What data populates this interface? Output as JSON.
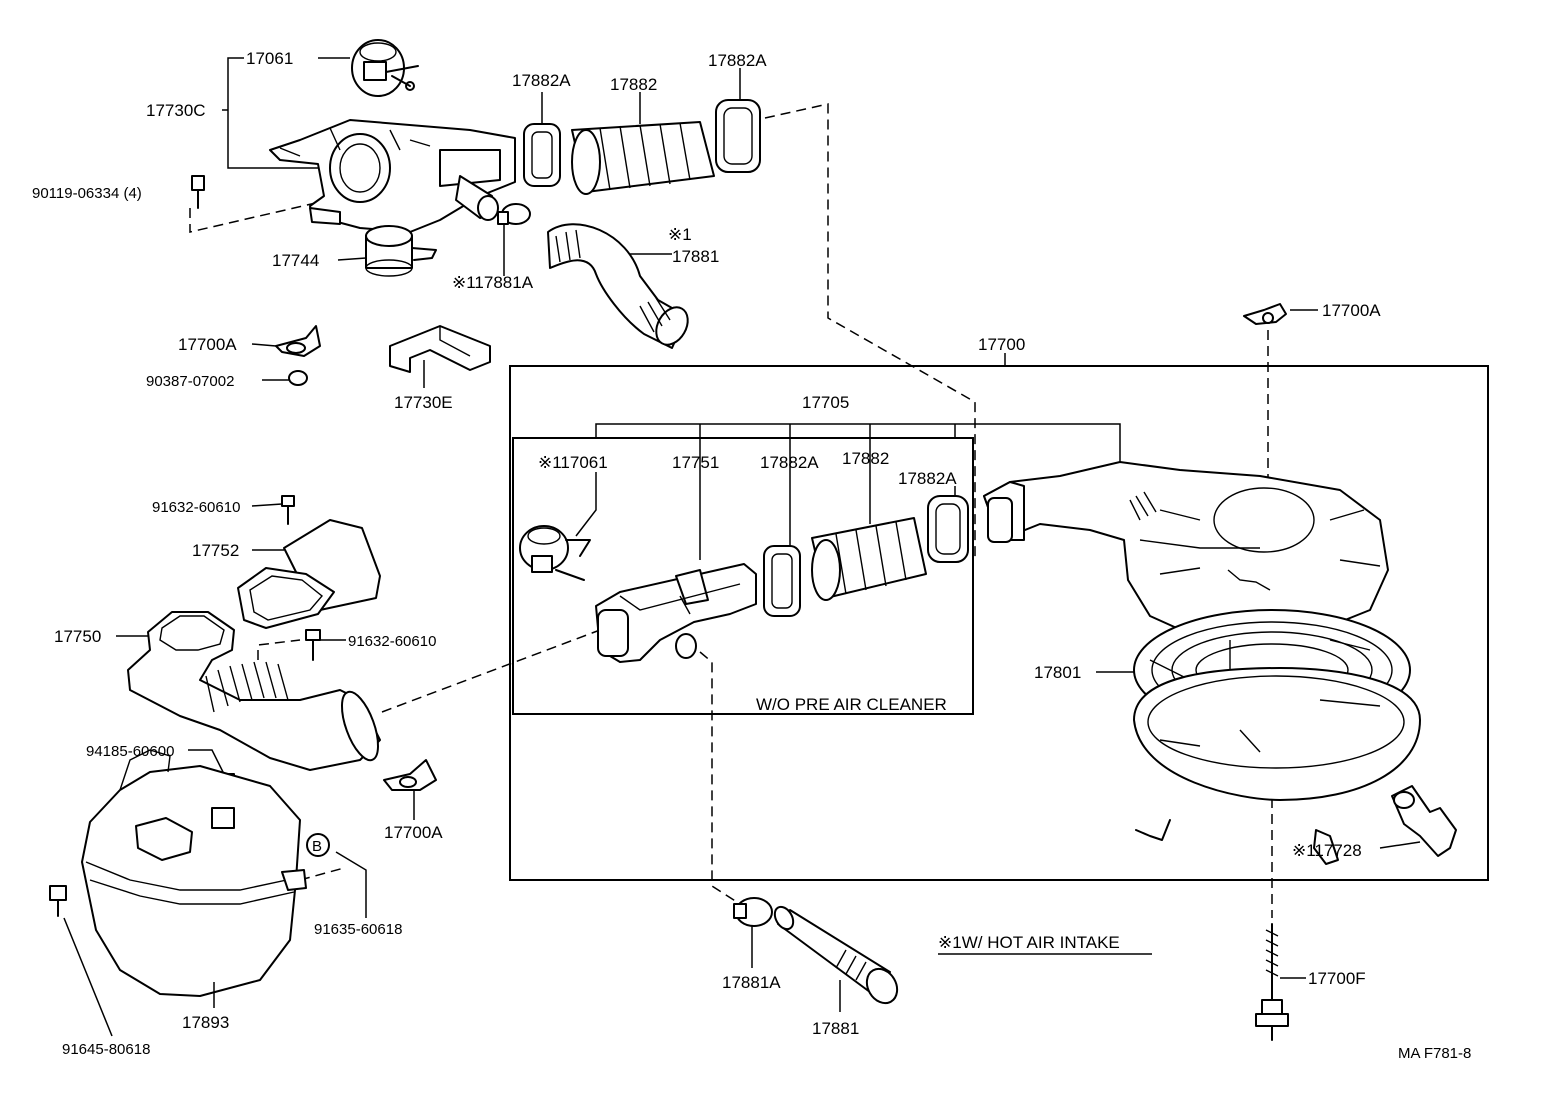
{
  "labels": {
    "p17061": "17061",
    "p17730C": "17730C",
    "p90119": "90119-06334 (4)",
    "p17744": "17744",
    "p17881A_top": "※117881A",
    "p17881_top": "17881",
    "mark1_top": "※1",
    "p17882A_a": "17882A",
    "p17882_a": "17882",
    "p17882A_b": "17882A",
    "p17700A_a": "17700A",
    "p90387": "90387-07002",
    "p17730E": "17730E",
    "p17700": "17700",
    "p17700A_b": "17700A",
    "p17705": "17705",
    "p17061_w": "※117061",
    "p17751": "17751",
    "p17882A_c": "17882A",
    "p17882_b": "17882",
    "p17882A_d": "17882A",
    "wo_pre": "W/O PRE AIR CLEANER",
    "p91632_a": "91632-60610",
    "p17752": "17752",
    "p17750": "17750",
    "p91632_b": "91632-60610",
    "p17801": "17801",
    "p94185": "94185-60600",
    "p17700A_c": "17700A",
    "p91635": "91635-60618",
    "circB": "B",
    "p17728": "※117728",
    "p91645": "91645-80618",
    "p17893": "17893",
    "p17881A_bot": "17881A",
    "p17881_bot": "17881",
    "note": "※1W/ HOT AIR INTAKE",
    "p17700F": "17700F",
    "ref": "MA  F781-8"
  }
}
